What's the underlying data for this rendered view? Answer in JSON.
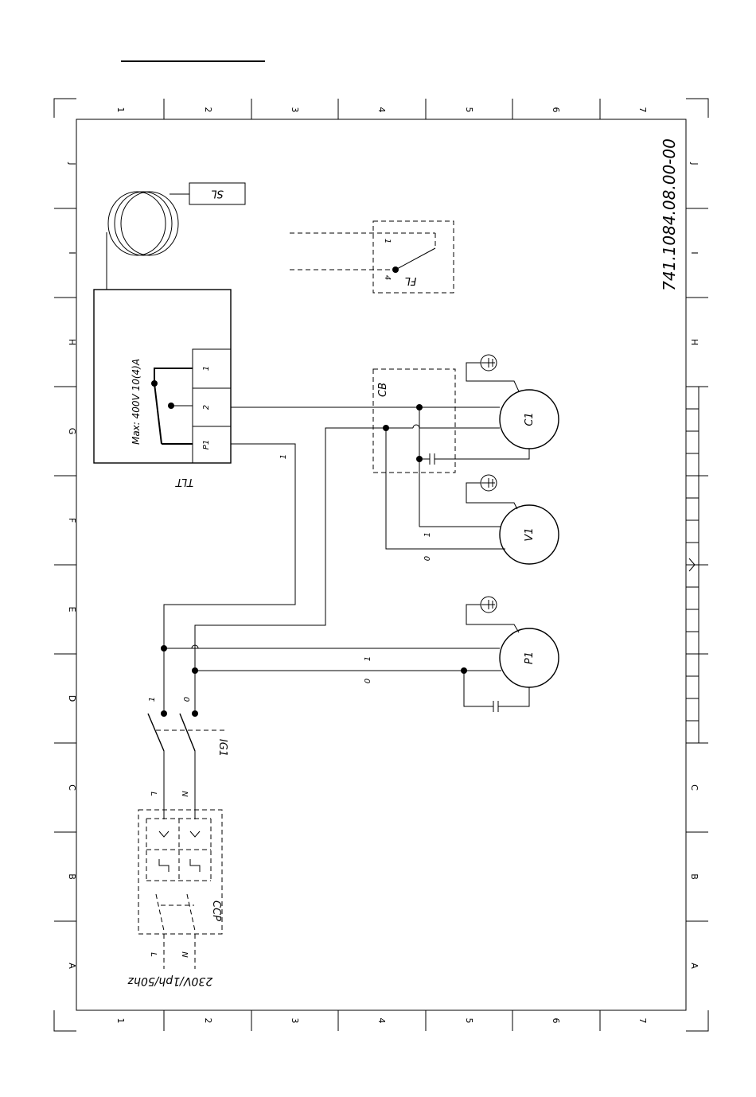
{
  "sheet": {
    "drawing_number": "741.1084.08.00-00",
    "column_labels": [
      "1",
      "2",
      "3",
      "4",
      "5",
      "6",
      "7"
    ],
    "row_labels": [
      "J",
      "I",
      "H",
      "G",
      "F",
      "E",
      "D",
      "C",
      "B",
      "A"
    ]
  },
  "components": {
    "tlt": {
      "name": "TLT",
      "rating": "Max: 400V 10(4)A",
      "terminals": [
        "1",
        "2",
        "P1"
      ]
    },
    "sl": {
      "name": "SL"
    },
    "fl": {
      "name": "FL",
      "contact_a": "1",
      "contact_b": "4"
    },
    "cb": {
      "name": "CB"
    },
    "c1": {
      "name": "C1"
    },
    "v1": {
      "name": "V1"
    },
    "p1": {
      "name": "P1"
    },
    "ig1": {
      "name": "IG1"
    },
    "ccp": {
      "name": "CCP"
    }
  },
  "wires": {
    "tlt_p1_line": "1",
    "v1_line": "1",
    "v1_neutral": "0",
    "p1_line": "1",
    "p1_neutral": "0",
    "switch_line": "1",
    "switch_neutral": "0",
    "supply_l_upper": "L",
    "supply_n_upper": "N",
    "supply_l_lower": "L",
    "supply_n_lower": "N"
  },
  "supply": {
    "label": "230V/1ph/50hz"
  },
  "header_rule": true
}
